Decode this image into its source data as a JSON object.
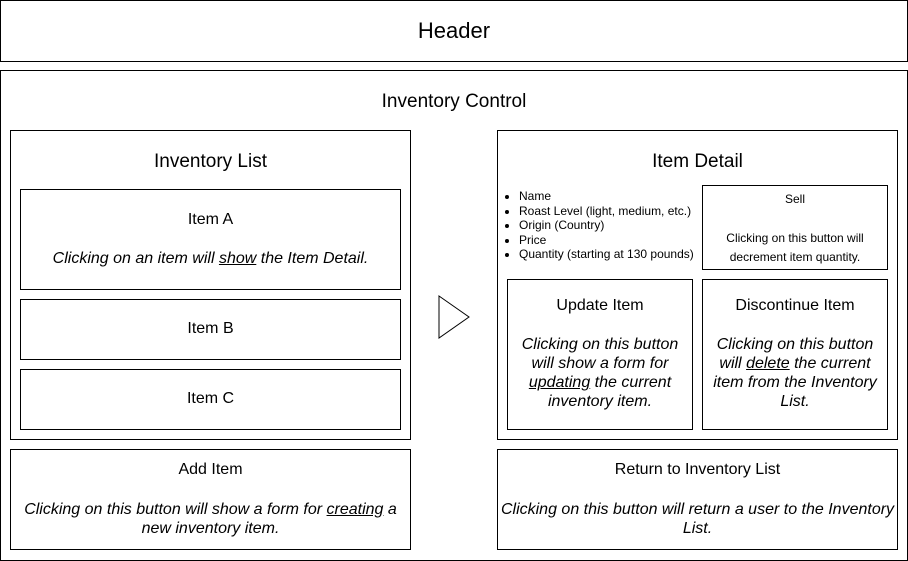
{
  "header": {
    "label": "Header"
  },
  "inventory_control": {
    "title": "Inventory Control"
  },
  "inventory_list": {
    "title": "Inventory List",
    "items": [
      {
        "label": "Item A",
        "desc_pre": "Clicking on an item will ",
        "desc_u": "show",
        "desc_post": " the Item Detail."
      },
      {
        "label": "Item B"
      },
      {
        "label": "Item C"
      }
    ]
  },
  "add_item": {
    "label": "Add Item",
    "desc_pre": "Clicking on this button will show a form for ",
    "desc_u": "creating",
    "desc_post": " a new inventory item."
  },
  "item_detail": {
    "title": "Item Detail",
    "fields": [
      "Name",
      "Roast Level (light, medium, etc.)",
      "Origin (Country)",
      "Price",
      "Quantity (starting at 130 pounds)"
    ],
    "sell": {
      "label": "Sell",
      "desc": "Clicking on this button will decrement item quantity."
    },
    "update": {
      "label": "Update Item",
      "desc_pre": "Clicking on this button will show a form for ",
      "desc_u": "updating",
      "desc_post": " the current inventory item."
    },
    "discontinue": {
      "label": "Discontinue Item",
      "desc_pre": "Clicking on this button will ",
      "desc_u": "delete",
      "desc_post": " the current item from the Inventory List."
    }
  },
  "return": {
    "label": "Return to Inventory List",
    "desc": "Clicking on this button will return a user to the Inventory List."
  }
}
